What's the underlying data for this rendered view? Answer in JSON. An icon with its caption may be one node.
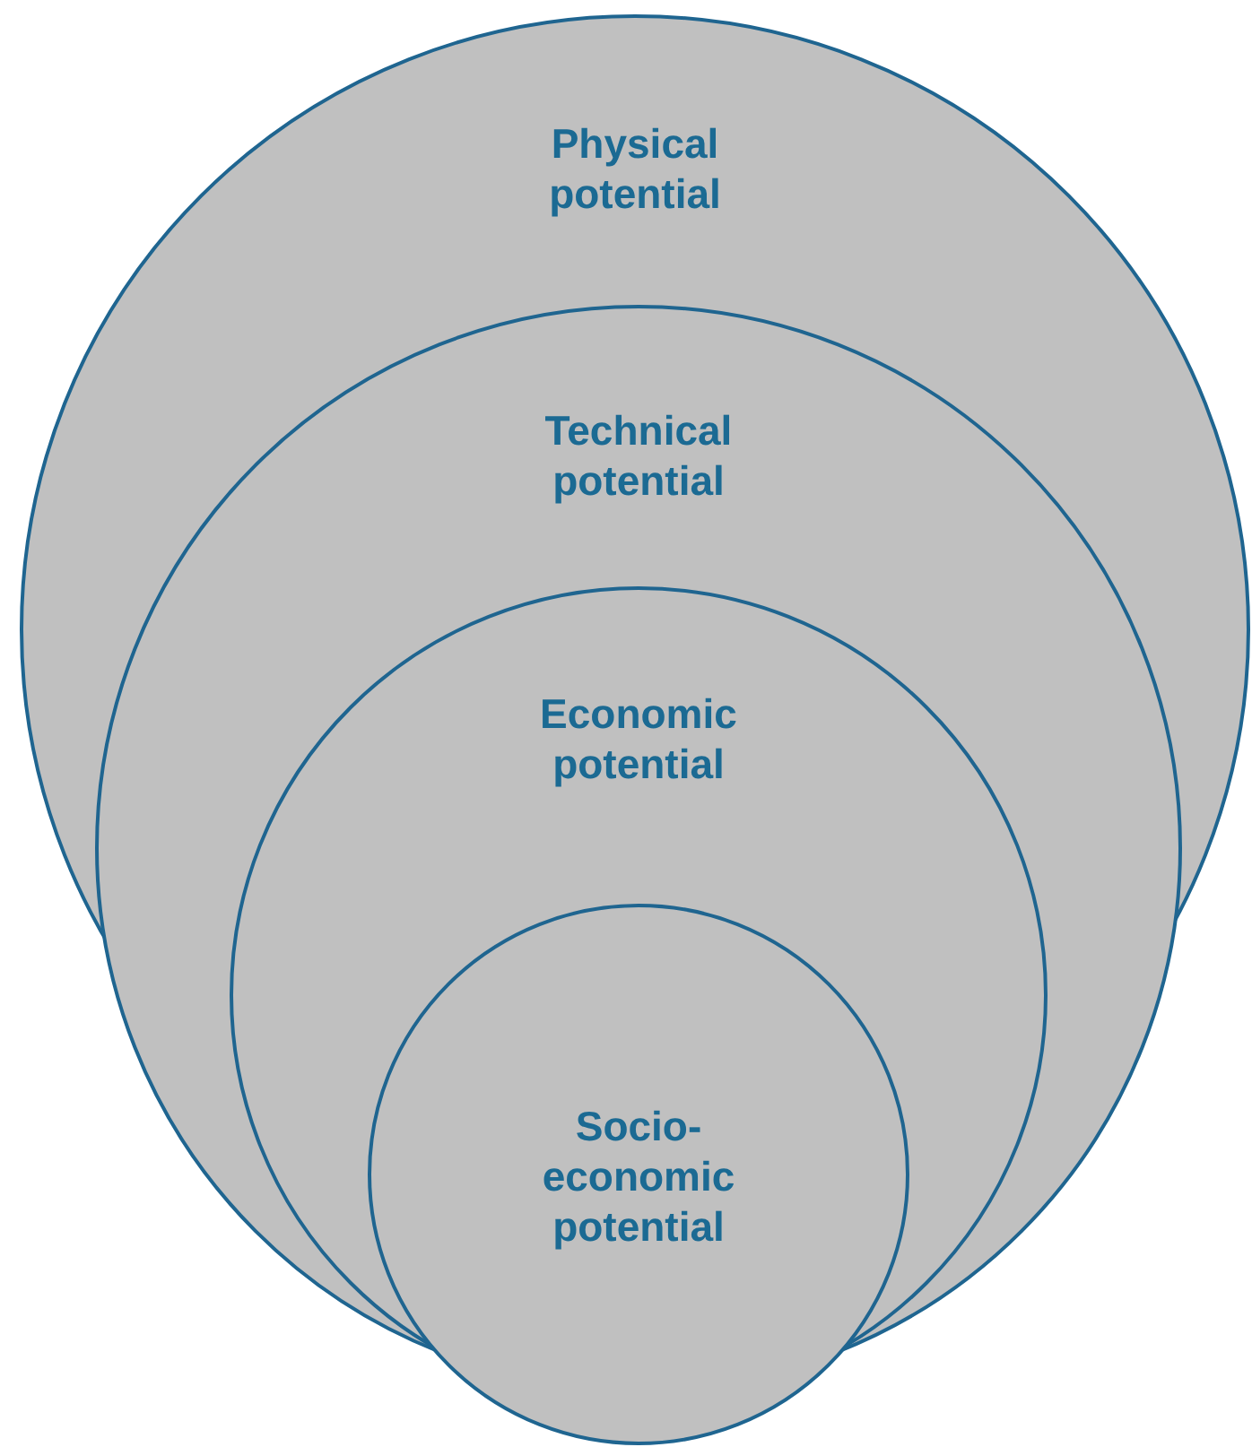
{
  "diagram": {
    "nodes": [
      {
        "text": [
          "Physical potential"
        ]
      },
      {
        "text": [
          "Technical potential"
        ]
      },
      {
        "text": [
          "Economic potential"
        ],
        "in": 1
      },
      {
        "text": [
          "Socio-economic potential"
        ]
      }
    ]
  }
}
